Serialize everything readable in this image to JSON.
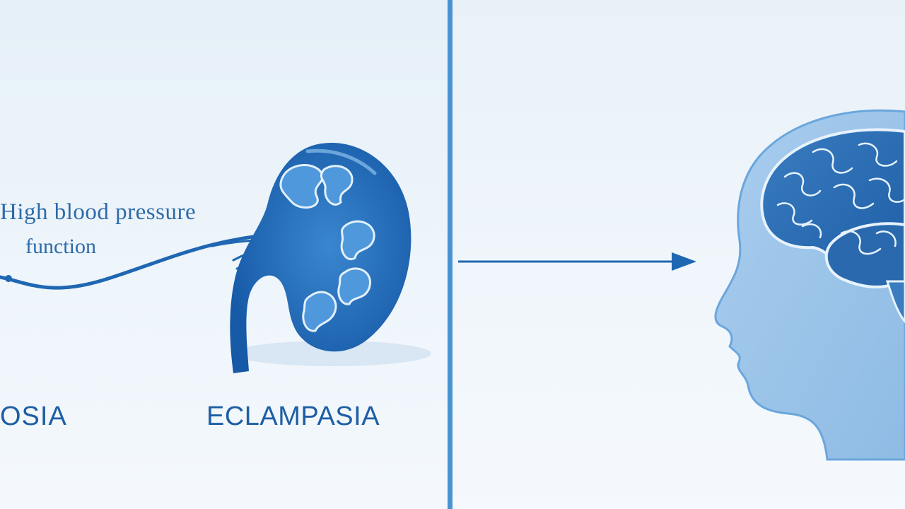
{
  "annotation": {
    "line1": "High blood pressure",
    "line2": "function"
  },
  "captions": {
    "left": "OSIA",
    "middle": "ECLAMPASIA"
  },
  "colors": {
    "background": "#eaf2f9",
    "kidney": "#1f6bb8",
    "kidney_highlight": "#d7e8f7",
    "divider": "#4a93d3",
    "arrow": "#1f67b2",
    "head": "#9ec6ea",
    "brain": "#2a69ad",
    "text": "#1e5ea4"
  },
  "icons": [
    "kidney-icon",
    "head-silhouette-icon",
    "brain-icon",
    "arrow-right-icon"
  ]
}
